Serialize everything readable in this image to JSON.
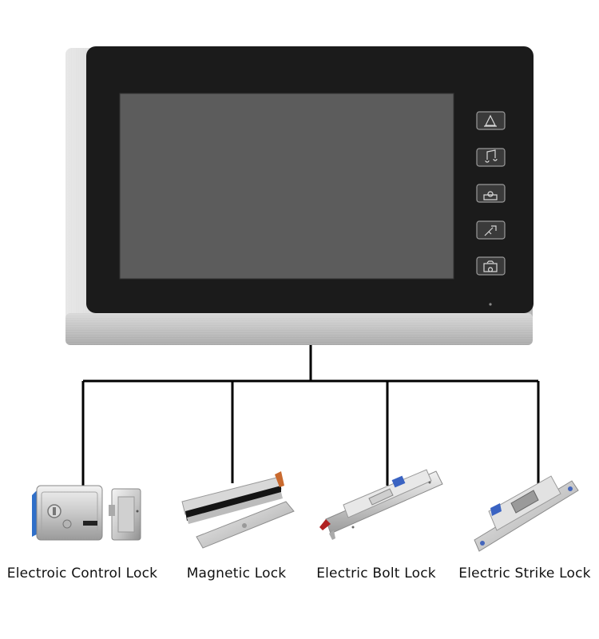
{
  "monitor": {
    "buttons": [
      {
        "icon": "bell-icon"
      },
      {
        "icon": "music-note-icon"
      },
      {
        "icon": "intercom-person-icon"
      },
      {
        "icon": "key-icon"
      },
      {
        "icon": "camera-icon"
      }
    ],
    "colors": {
      "bezel": "#1b1b1b",
      "screen": "#5c5c5c",
      "frame": "#c8c8c8"
    }
  },
  "locks": [
    {
      "label": "Electroic Control Lock",
      "name": "electric-control-lock"
    },
    {
      "label": "Magnetic Lock",
      "name": "magnetic-lock"
    },
    {
      "label": "Electric Bolt Lock",
      "name": "electric-bolt-lock"
    },
    {
      "label": "Electric Strike Lock",
      "name": "electric-strike-lock"
    }
  ],
  "wire_color": "#000000"
}
